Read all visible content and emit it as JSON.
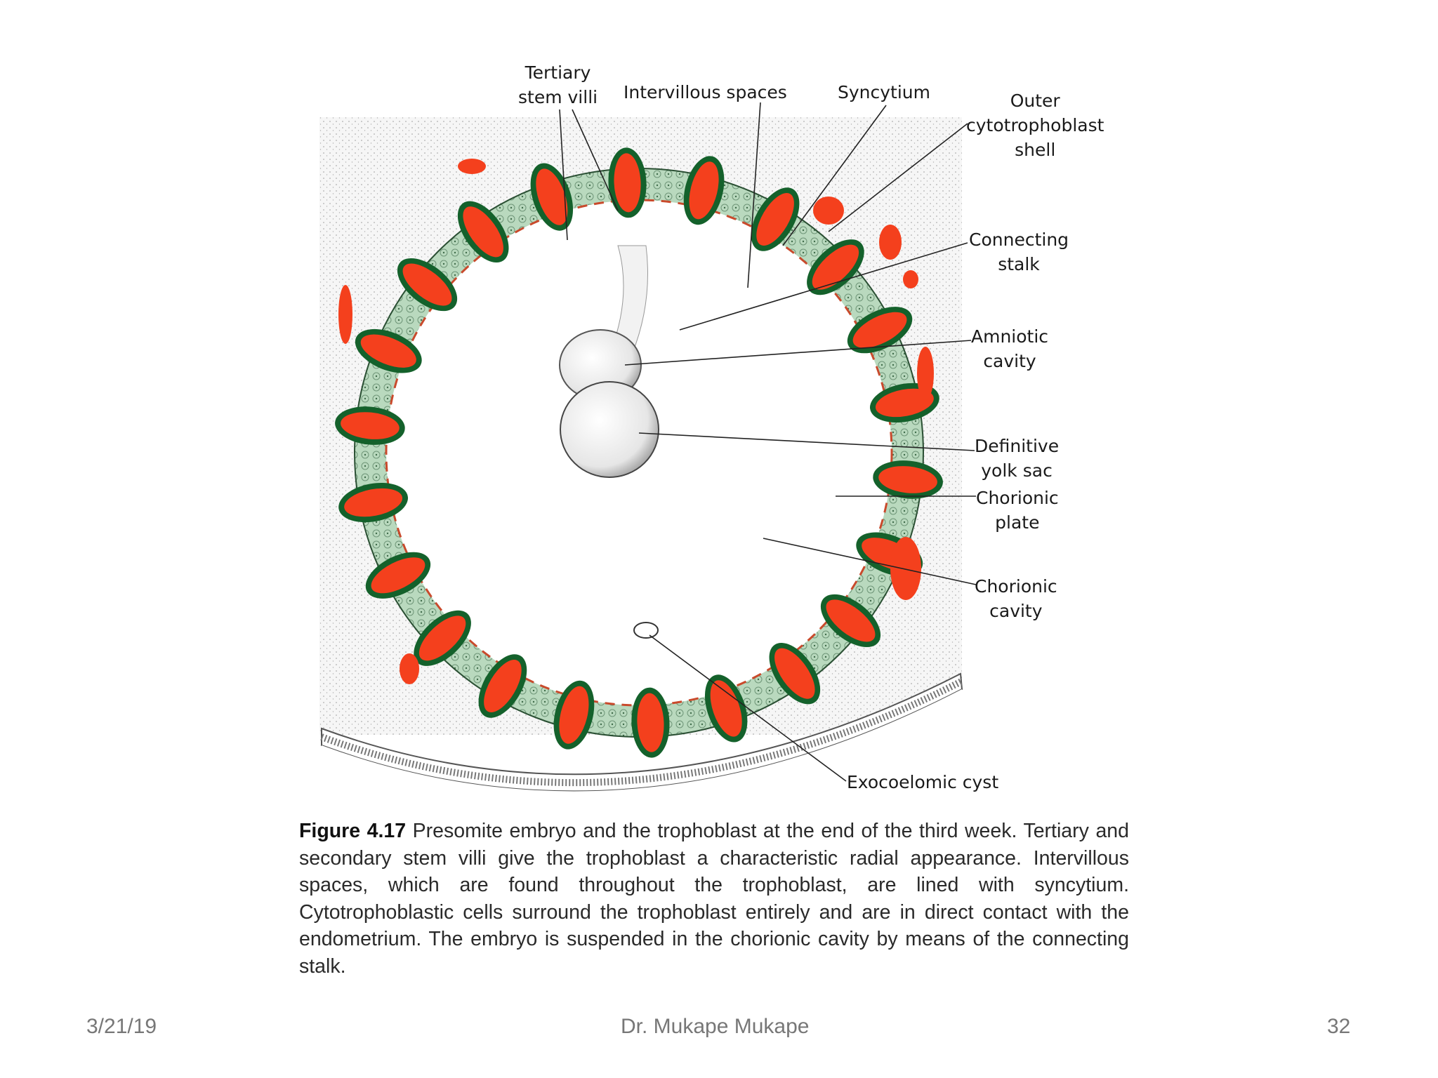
{
  "labels": {
    "tertiary_stem_villi": [
      "Tertiary",
      "stem villi"
    ],
    "intervillous_spaces": [
      "Intervillous spaces"
    ],
    "syncytium": [
      "Syncytium"
    ],
    "outer_cytotrophoblast_shell": [
      "Outer",
      "cytotrophoblast",
      "shell"
    ],
    "connecting_stalk": [
      "Connecting",
      "stalk"
    ],
    "amniotic_cavity": [
      "Amniotic",
      "cavity"
    ],
    "definitive_yolk_sac": [
      "Definitive",
      "yolk sac"
    ],
    "chorionic_plate": [
      "Chorionic",
      "plate"
    ],
    "chorionic_cavity": [
      "Chorionic",
      "cavity"
    ],
    "exocoelomic_cyst": [
      "Exocoelomic cyst"
    ]
  },
  "caption": {
    "label": "Figure 4.17",
    "text": "Presomite embryo and the trophoblast at the end of the third week. Tertiary and secondary stem villi give the trophoblast a characteristic radial appearance. Intervillous spaces, which are found throughout the trophoblast, are lined with syncytium. Cytotrophoblastic cells surround the trophoblast entirely and are in direct contact with the endometrium. The embryo is suspended in the chorionic cavity by means of the connecting stalk."
  },
  "footer": {
    "date": "3/21/19",
    "author": "Dr. Mukape Mukape",
    "page": "32"
  },
  "colors": {
    "background": "#ffffff",
    "endometrium_stipple": "#f2f2f2",
    "cytotrophoblast": "#b8d8bd",
    "syncytium": "#14612b",
    "blood_lacunae": "#f4401d",
    "leader_line": "#222222",
    "footer_text": "#777777"
  }
}
